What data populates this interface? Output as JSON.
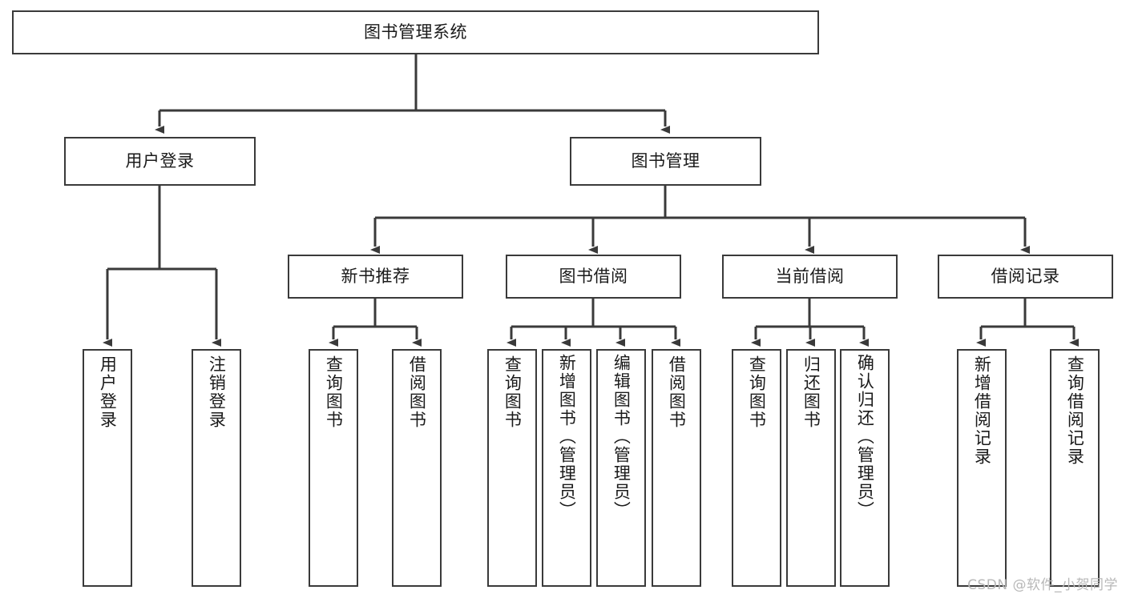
{
  "diagram": {
    "type": "tree",
    "title": "图书管理系统",
    "watermark": "CSDN @软件_小贺同学",
    "colors": {
      "box_border": "#3a3a3a",
      "box_fill": "#ffffff",
      "connector": "#3a3a3a",
      "text": "#1a1a1a",
      "watermark": "#b8b8b8"
    },
    "root": {
      "label": "图书管理系统"
    },
    "level2": [
      {
        "label": "用户登录"
      },
      {
        "label": "图书管理"
      }
    ],
    "level3": [
      {
        "label": "新书推荐"
      },
      {
        "label": "图书借阅"
      },
      {
        "label": "当前借阅"
      },
      {
        "label": "借阅记录"
      }
    ],
    "leaves": {
      "user_login": [
        {
          "label": "用户登录"
        },
        {
          "label": "注销登录"
        }
      ],
      "new_book": [
        {
          "label": "查询图书"
        },
        {
          "label": "借阅图书"
        }
      ],
      "book_borrow": [
        {
          "label": "查询图书"
        },
        {
          "label": "新增图书（管理员）"
        },
        {
          "label": "编辑图书（管理员）"
        },
        {
          "label": "借阅图书"
        }
      ],
      "current_borrow": [
        {
          "label": "查询图书"
        },
        {
          "label": "归还图书"
        },
        {
          "label": "确认归还（管理员）"
        }
      ],
      "borrow_record": [
        {
          "label": "新增借阅记录"
        },
        {
          "label": "查询借阅记录"
        }
      ]
    }
  }
}
